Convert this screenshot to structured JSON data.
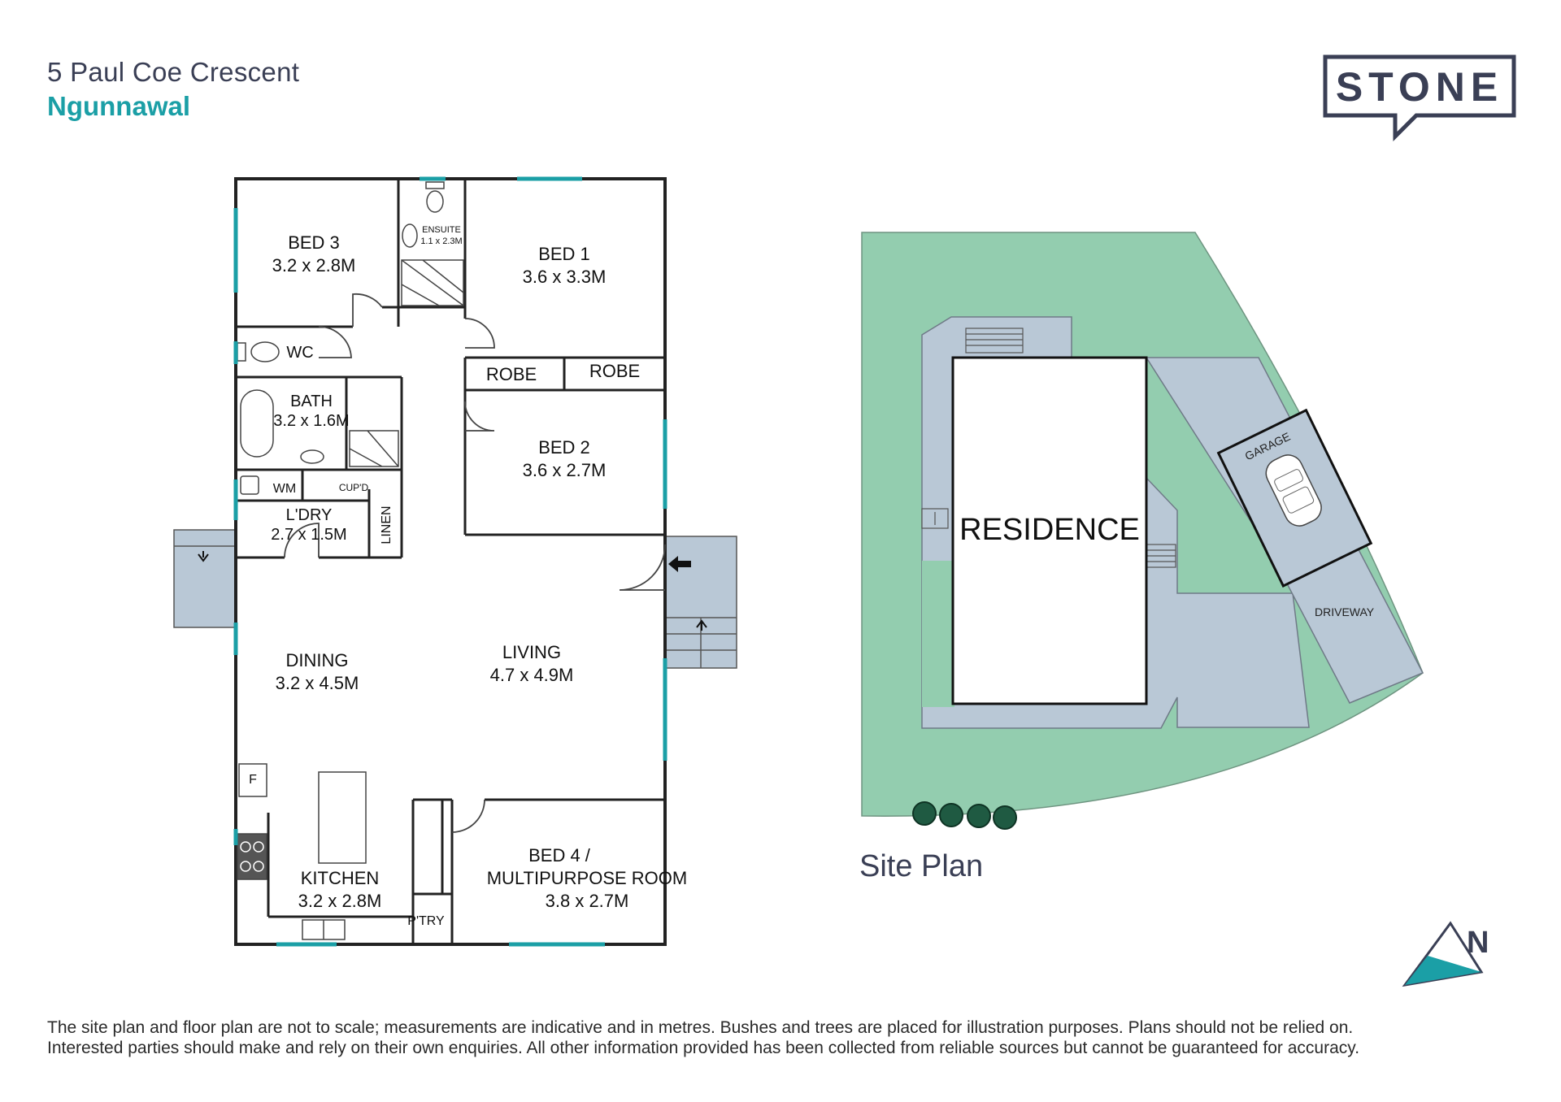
{
  "header": {
    "street": "5 Paul Coe Crescent",
    "suburb": "Ngunnawal"
  },
  "brand": {
    "name": "STONE",
    "color": "#3a3f55",
    "accent": "#1b9fa6"
  },
  "floor_plan": {
    "rooms": {
      "bed3": {
        "name": "BED 3",
        "size": "3.2 x 2.8M"
      },
      "ensuite": {
        "name": "ENSUITE",
        "size": "1.1 x 2.3M"
      },
      "bed1": {
        "name": "BED 1",
        "size": "3.6 x 3.3M"
      },
      "wc": {
        "name": "WC"
      },
      "robe_left": {
        "name": "ROBE"
      },
      "robe_right": {
        "name": "ROBE"
      },
      "bath": {
        "name": "BATH",
        "size": "3.2 x 1.6M"
      },
      "bed2": {
        "name": "BED 2",
        "size": "3.6 x 2.7M"
      },
      "wm": {
        "name": "WM"
      },
      "cupboard": {
        "name": "CUP'D"
      },
      "laundry": {
        "name": "L'DRY",
        "size": "2.7 x 1.5M"
      },
      "linen": {
        "name": "LINEN"
      },
      "dining": {
        "name": "DINING",
        "size": "3.2 x 4.5M"
      },
      "living": {
        "name": "LIVING",
        "size": "4.7 x 4.9M"
      },
      "fridge": {
        "name": "F"
      },
      "kitchen": {
        "name": "KITCHEN",
        "size": "3.2 x 2.8M"
      },
      "pantry": {
        "name": "P'TRY"
      },
      "bed4": {
        "name_line1": "BED 4 /",
        "name_line2": "MULTIPURPOSE ROOM",
        "size": "3.8 x 2.7M"
      }
    }
  },
  "site_plan": {
    "title": "Site Plan",
    "residence": "RESIDENCE",
    "garage": "GARAGE",
    "driveway": "DRIVEWAY"
  },
  "compass": {
    "label": "N"
  },
  "colors": {
    "lawn": "#93cdaf",
    "paving": "#b9c8d6",
    "window": "#1b9fa6",
    "wall": "#222222"
  },
  "disclaimer": {
    "line1": "The site plan and floor plan are not to scale; measurements are indicative and in metres. Bushes and trees are placed for illustration purposes. Plans should not be relied on.",
    "line2": "Interested parties should make and rely on their own enquiries. All other information provided has been collected from reliable sources but cannot be guaranteed for accuracy."
  }
}
